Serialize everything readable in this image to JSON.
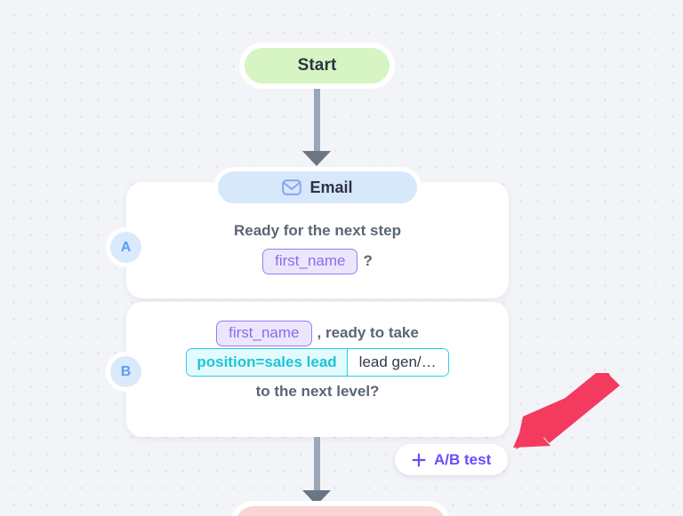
{
  "canvas": {
    "background_color": "#f2f4f8",
    "grid_dot_color": "#d7dce6"
  },
  "nodes": {
    "start": {
      "label": "Start",
      "color": "#d6f5c2",
      "text_color": "#2b3445"
    },
    "email": {
      "header_label": "Email",
      "header_color": "#d8e8fb",
      "icon": "envelope-icon",
      "icon_color": "#8aa9f0"
    },
    "bottom": {
      "color": "#fbd3d3"
    }
  },
  "connectors": {
    "line_color": "#9aa7b6",
    "arrow_color": "#6b7684"
  },
  "variants": [
    {
      "badge": "A",
      "badge_bg": "#daeafd",
      "badge_text_color": "#5d9cf5",
      "lines": [
        {
          "parts": [
            {
              "kind": "text",
              "value": "Ready for the next step"
            }
          ]
        },
        {
          "parts": [
            {
              "kind": "variable",
              "value": "first_name"
            },
            {
              "kind": "text",
              "value": "?"
            }
          ]
        }
      ]
    },
    {
      "badge": "B",
      "badge_bg": "#daeafd",
      "badge_text_color": "#5d9cf5",
      "lines": [
        {
          "parts": [
            {
              "kind": "variable",
              "value": "first_name"
            },
            {
              "kind": "text",
              "value": ", ready to take"
            }
          ]
        },
        {
          "parts": [
            {
              "kind": "conditional",
              "condition": "position=sales lead",
              "result": "lead gen/…"
            }
          ]
        },
        {
          "parts": [
            {
              "kind": "text",
              "value": "to the next level?"
            }
          ]
        }
      ]
    }
  ],
  "tokens": {
    "variable_border_color": "#9b7cf0",
    "variable_bg_color": "#ece6fd",
    "variable_text_color": "#8a6ceb",
    "conditional_border_color": "#24cfe4",
    "conditional_left_bg": "#e3fbfd",
    "conditional_left_text_color": "#1fc4d8",
    "conditional_right_bg": "#ffffff",
    "conditional_right_text_color": "#303a49"
  },
  "ab_test_button": {
    "label": "A/B test",
    "icon": "plus-icon",
    "text_color": "#6d4aff",
    "background": "#ffffff"
  },
  "annotation": {
    "arrow_color": "#f43a5e",
    "direction": "down-left",
    "points_to": "ab-test-button"
  }
}
